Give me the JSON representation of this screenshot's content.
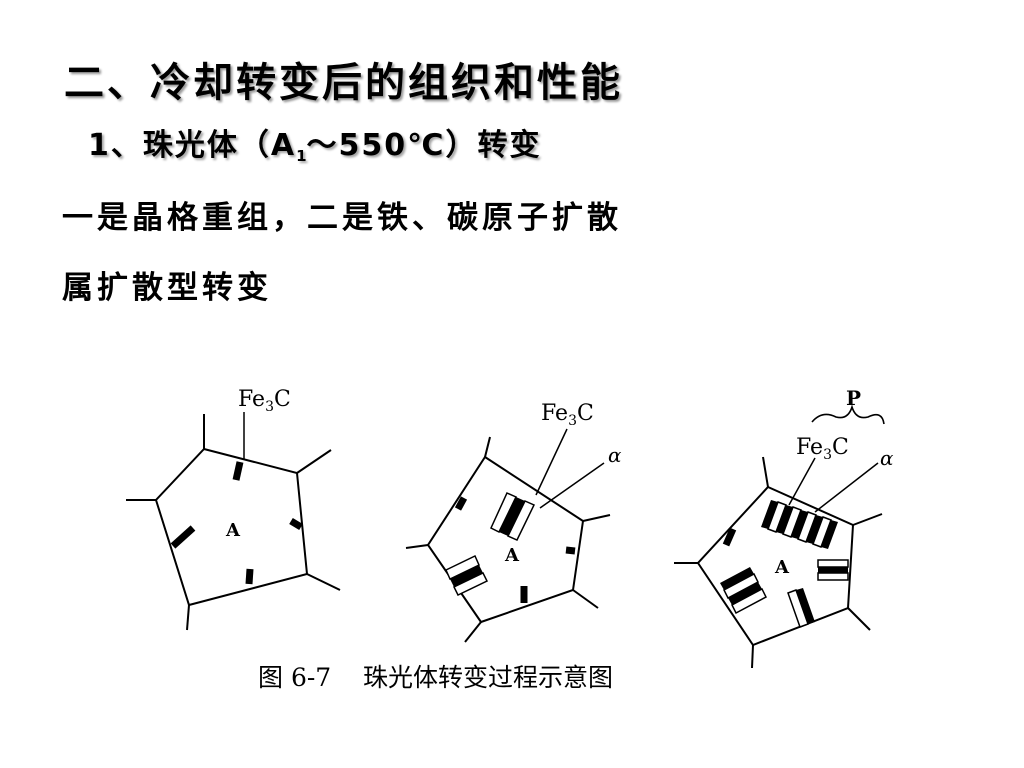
{
  "slide": {
    "title": "二、冷却转变后的组织和性能",
    "subtitle": {
      "prefix": "1、珠光体（A",
      "subscript": "1",
      "suffix": "～550℃）转变"
    },
    "lines": [
      "一是晶格重组，二是铁、碳原子扩散",
      "属扩散型转变"
    ]
  },
  "figure": {
    "caption": "图 6-7    珠光体转变过程示意图",
    "labels": {
      "cementite_prefix": "Fe",
      "cementite_sub": "3",
      "cementite_suffix": "C",
      "alpha": "α",
      "austenite": "A",
      "pearlite": "P"
    }
  }
}
